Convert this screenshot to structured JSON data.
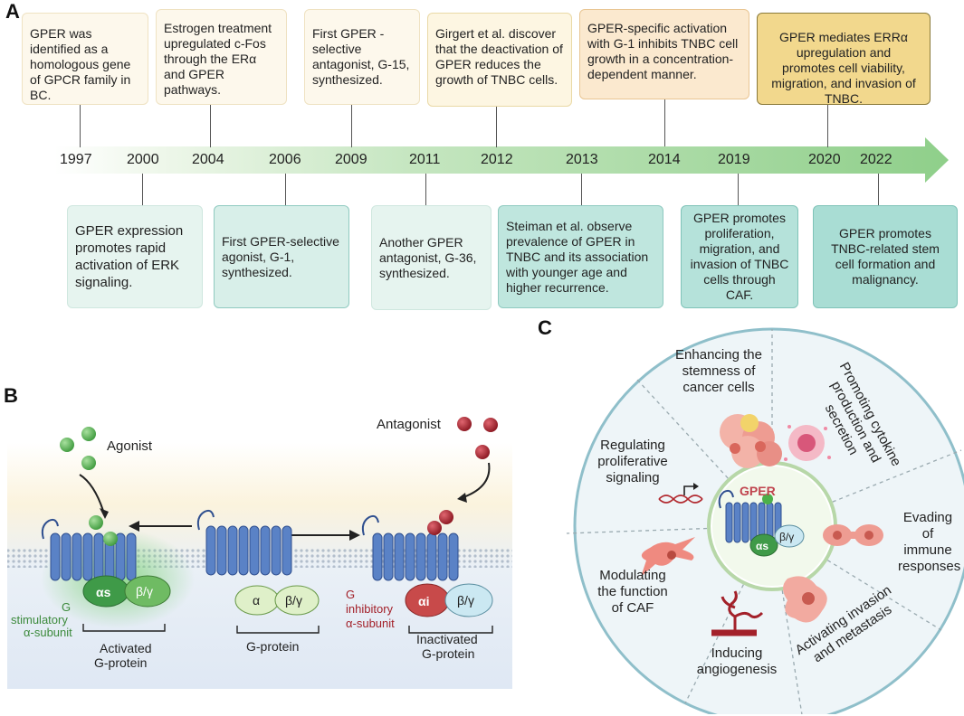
{
  "labels": {
    "a": "A",
    "b": "B",
    "c": "C"
  },
  "timeline": {
    "years": [
      "1997",
      "2000",
      "2004",
      "2006",
      "2009",
      "2011",
      "2012",
      "2013",
      "2014",
      "2019",
      "2020",
      "2022"
    ],
    "top_events": [
      "GPER was identified as a homologous gene of GPCR family in BC.",
      "Estrogen treatment upregulated  c-Fos through the ERα and GPER pathways.",
      "First GPER -selective antagonist, G-15, synthesized.",
      "Girgert et al. discover that the deactivation of GPER reduces the growth of TNBC cells.",
      "GPER-specific activation with G-1 inhibits TNBC cell growth in a concentration-dependent manner.",
      "GPER mediates ERRα upregulation and promotes cell viability, migration, and invasion of TNBC."
    ],
    "bottom_events": [
      "GPER expression promotes  rapid activation of ERK signaling.",
      "First GPER-selective agonist, G-1, synthesized.",
      "Another GPER antagonist, G-36, synthesized.",
      "Steiman et al. observe prevalence of GPER in TNBC and its association with younger age and higher recurrence.",
      "GPER promotes proliferation, migration, and invasion of TNBC cells through CAF.",
      "GPER promotes TNBC-related stem cell formation and malignancy."
    ]
  },
  "panel_b": {
    "agonist": "Agonist",
    "antagonist": "Antagonist",
    "stim_line1": "G",
    "stim_line2": "stimulatory",
    "stim_line3": "α-subunit",
    "inh_line1": "G",
    "inh_line2": "inhibitory",
    "inh_line3": "α-subunit",
    "alpha_s": "αs",
    "alpha_i": "αi",
    "alpha": "α",
    "beta_gamma": "β/γ",
    "activated_1": "Activated",
    "activated_2": "G-protein",
    "gprotein": "G-protein",
    "inactivated_1": "Inactivated",
    "inactivated_2": "G-protein"
  },
  "panel_c": {
    "center": "GPER",
    "center_alpha": "αs",
    "center_beta": "β/γ",
    "segments": {
      "stemness": "Enhancing the stemness of cancer cells",
      "cytokine": "Promoting cytokine production and secretion",
      "immune": "Evading of immune responses",
      "invasion": "Activating invasion and metastasis",
      "angiogenesis": "Inducing angiogenesis",
      "caf": "Modulating the  function of CAF",
      "proliferative": "Regulating proliferative signaling"
    }
  },
  "colors": {
    "arrow_green": "#8fcf8a",
    "agonist_green": "#5bb35a",
    "antagonist_red": "#a3212a",
    "receptor_blue": "#4a72b8",
    "alpha_s_green": "#3f9a48",
    "alpha_i_red": "#c84a4a",
    "circle_fill": "#eaf4f7",
    "circle_stroke": "#8fbfca"
  }
}
